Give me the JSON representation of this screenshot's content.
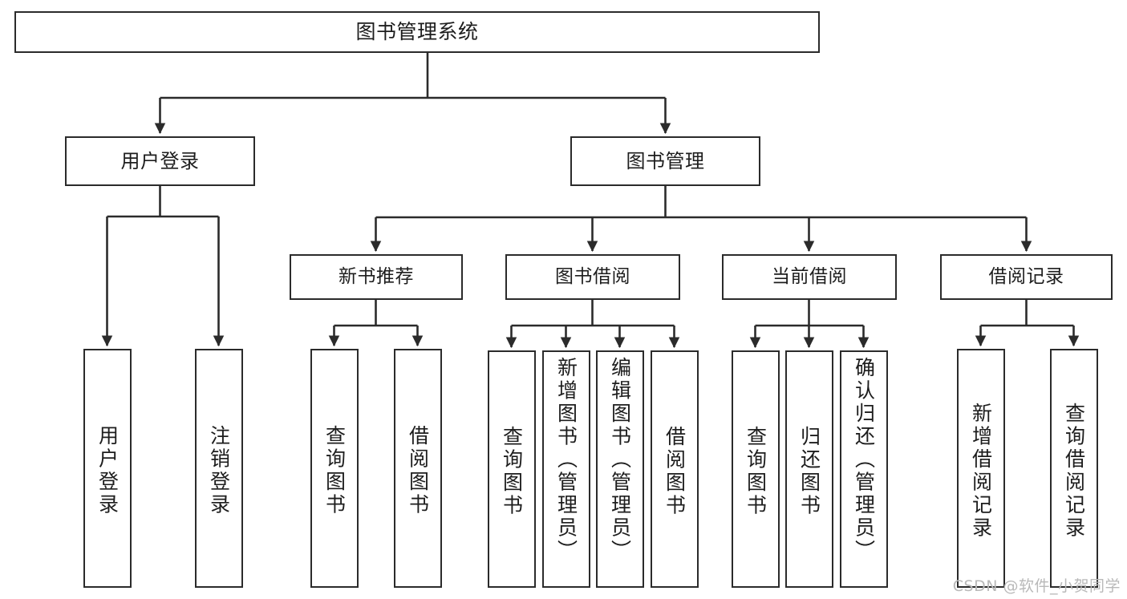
{
  "diagram": {
    "title": "图书管理系统",
    "type": "tree-hierarchy-chart",
    "stroke_color": "#2b2b2b",
    "fill_color": "#ffffff",
    "text_color": "#1d1d1d"
  },
  "root": {
    "label": "图书管理系统"
  },
  "level2": [
    {
      "label": "用户登录"
    },
    {
      "label": "图书管理"
    }
  ],
  "level3": [
    {
      "label": "新书推荐"
    },
    {
      "label": "图书借阅"
    },
    {
      "label": "当前借阅"
    },
    {
      "label": "借阅记录"
    }
  ],
  "leaves": {
    "user_login": [
      {
        "label": "用户登录"
      },
      {
        "label": "注销登录"
      }
    ],
    "new_book": [
      {
        "label": "查询图书"
      },
      {
        "label": "借阅图书"
      }
    ],
    "book_borrow": [
      {
        "label": "查询图书"
      },
      {
        "label": "新增图书（管理员）"
      },
      {
        "label": "编辑图书（管理员）"
      },
      {
        "label": "借阅图书"
      }
    ],
    "current_borrow": [
      {
        "label": "查询图书"
      },
      {
        "label": "归还图书"
      },
      {
        "label": "确认归还（管理员）"
      }
    ],
    "borrow_record": [
      {
        "label": "新增借阅记录"
      },
      {
        "label": "查询借阅记录"
      }
    ]
  },
  "watermark": {
    "text": "CSDN @软件_小贺同学"
  }
}
